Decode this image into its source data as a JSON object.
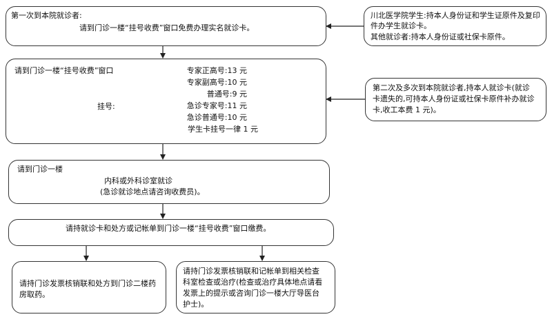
{
  "box_first_visit": {
    "line1": "第一次到本院就诊者:",
    "line2": "请到门诊一楼“挂号收费”窗口免费办理实名就诊卡。"
  },
  "box_id_requirements": {
    "line1": "川北医学院学生:持本人身份证和学生证原件及复印",
    "line2": "件办学生就诊卡。",
    "line3": "其他就诊者:持本人身份证或社保卡原件。"
  },
  "box_registration": {
    "window": "请到门诊一楼“挂号收费”窗口",
    "label": "挂号:",
    "fees": [
      "专家正高号:13 元",
      "专家副高号:10 元",
      "普通号:9 元",
      "急诊专家号:11 元",
      "急诊普通号:10 元",
      "学生卡挂号一律 1 元"
    ]
  },
  "box_repeat_visit": {
    "line1": "第二次及多次到本院就诊者,持本人就诊卡(就诊",
    "line2": "卡遗失的,可持本人身份证或社保卡原件补办就诊",
    "line3": "卡,收工本费 1 元)。"
  },
  "box_consult": {
    "line1": "请到门诊一楼",
    "line2": "内科或外科诊室就诊",
    "line3": "(急诊就诊地点请咨询收费员)。"
  },
  "box_payment": {
    "line1": "请持就诊卡和处方或记帐单到门诊一楼“挂号收费”窗口缴费。"
  },
  "box_pharmacy": {
    "line1": "请持门诊发票核销联和处方到门诊二楼药",
    "line2": "房取药。"
  },
  "box_exam": {
    "line1": "请持门诊发票核销联和记帐单到相关检查",
    "line2": "科室检查或治疗(检查或治疗具体地点请看",
    "line3": "发票上的提示或咨询门诊一楼大厅导医台",
    "line4": "护士)。"
  }
}
